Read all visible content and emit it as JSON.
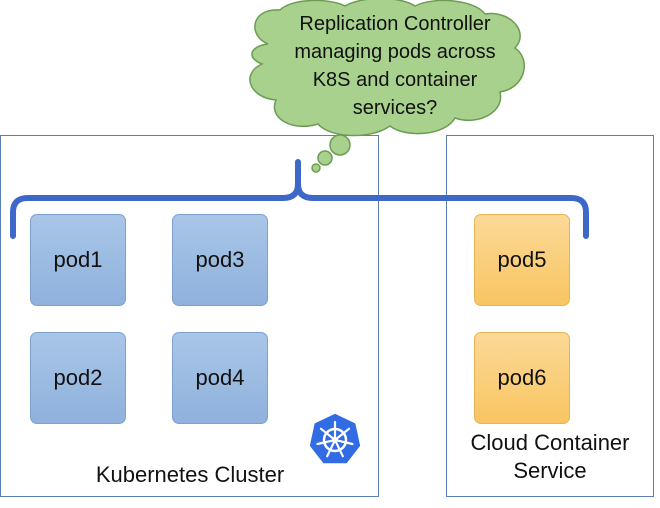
{
  "thought_bubble": {
    "lines": [
      "Replication Controller",
      "managing pods across",
      "K8S and container",
      "services?"
    ]
  },
  "kubernetes_cluster": {
    "label": "Kubernetes Cluster",
    "icon": "kubernetes-helm-icon",
    "pods": [
      "pod1",
      "pod3",
      "pod2",
      "pod4"
    ]
  },
  "cloud_service": {
    "label_lines": [
      "Cloud Container",
      "Service"
    ],
    "pods": [
      "pod5",
      "pod6"
    ]
  },
  "colors": {
    "border": "#5b7fb8",
    "bubble_fill": "#a9d18e",
    "bubble_stroke": "#6c9c52",
    "pod_blue": "#9dbde3",
    "pod_orange": "#fad07a",
    "brace": "#3e68c7",
    "k8s_blue": "#326ce5"
  }
}
